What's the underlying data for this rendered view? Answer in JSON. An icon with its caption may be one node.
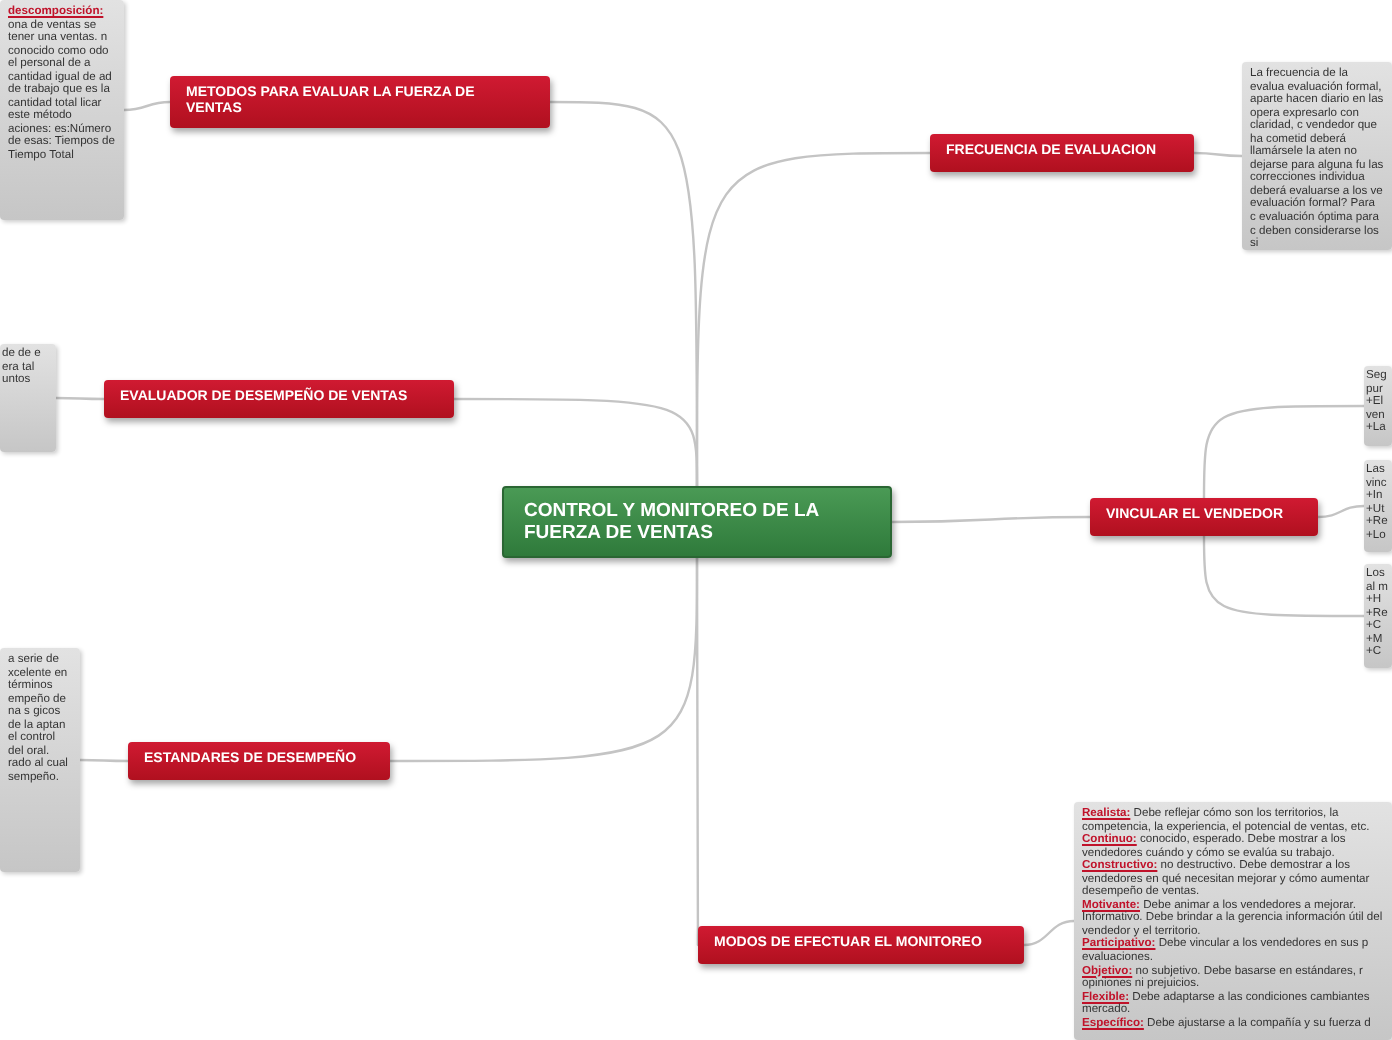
{
  "diagram": {
    "nodes": [
      {
        "text": [
          "CONTROL Y MONITOREO DE LA FUERZA DE VENTAS"
        ]
      },
      {
        "text": [
          "METODOS PARA EVALUAR LA FUERZA DE VENTAS"
        ]
      },
      {
        "text": [
          "**descomposición:** ona de ventas se tener una ventas. n conocido como odo el personal de a cantidad igual de ad de trabajo que es la cantidad total licar este método aciones: es:Número de esas: Tiempos de Tiempo Total"
        ]
      },
      {
        "text": [
          "FRECUENCIA DE EVALUACION"
        ]
      },
      {
        "text": [
          "La frecuencia de la evalua evaluación formal, aparte hacen diario en las opera expresarlo con claridad, c vendedor que ha cometid deberá llamársele la aten no dejarse para alguna fu las correcciones individua deberá evaluarse a los ve evaluación formal? Para c evaluación óptima para c deben considerarse los si"
        ]
      },
      {
        "text": [
          "EVALUADOR DE DESEMPEÑO DE VENTAS"
        ]
      },
      {
        "text": [
          "de de e era tal untos"
        ]
      },
      {
        "text": [
          "VINCULAR EL VENDEDOR"
        ]
      },
      {
        "text": [
          "Seg pur +El ven +La"
        ]
      },
      {
        "text": [
          "Las vinc +In +Ut +Re +Lo"
        ]
      },
      {
        "text": [
          "Los al m +H +Re +C +M +C"
        ]
      },
      {
        "text": [
          "ESTANDARES DE DESEMPEÑO"
        ]
      },
      {
        "text": [
          "a serie de xcelente en términos empeño de na s gicos de la aptan el control del oral. rado al cual sempeño."
        ]
      },
      {
        "text": [
          "MODOS DE EFECTUAR EL MONITOREO"
        ]
      },
      {
        "text": [
          "**Realista:** Debe reflejar cómo son los territorios, la competencia, la experiencia, el potencial de ventas, etc.",
          "**Continuo:** conocido, esperado. Debe mostrar a los vendedores cuándo y cómo se evalúa su trabajo.",
          "**Constructivo:** no destructivo. Debe demostrar a los vendedores en qué necesitan mejorar y cómo aumentar desempeño de ventas.",
          "**Motivante:** Debe animar a los vendedores a mejorar.",
          "Informativo. Debe brindar a la gerencia información útil del vendedor y el territorio.",
          "**Participativo:** Debe vincular a los vendedores en sus p evaluaciones.",
          "**Objetivo:** no subjetivo. Debe basarse en estándares, r opiniones ni prejuicios.",
          "**Flexible:** Debe adaptarse a las condiciones cambiantes mercado.",
          "**Específico:** Debe ajustarse a la compañía y su fuerza d"
        ]
      }
    ],
    "edges": [
      {
        "from": 0,
        "to": 1,
        "arrow": "none"
      },
      {
        "from": 1,
        "to": 2,
        "arrow": "none"
      },
      {
        "from": 0,
        "to": 3,
        "arrow": "none"
      },
      {
        "from": 3,
        "to": 4,
        "arrow": "none"
      },
      {
        "from": 0,
        "to": 5,
        "arrow": "none"
      },
      {
        "from": 5,
        "to": 6,
        "arrow": "none"
      },
      {
        "from": 0,
        "to": 7,
        "arrow": "none"
      },
      {
        "from": 7,
        "to": 8,
        "arrow": "none"
      },
      {
        "from": 7,
        "to": 9,
        "arrow": "none"
      },
      {
        "from": 7,
        "to": 10,
        "arrow": "none"
      },
      {
        "from": 0,
        "to": 11,
        "arrow": "none"
      },
      {
        "from": 11,
        "to": 12,
        "arrow": "none"
      },
      {
        "from": 0,
        "to": 13,
        "arrow": "none"
      },
      {
        "from": 13,
        "to": 14,
        "arrow": "none"
      }
    ]
  }
}
